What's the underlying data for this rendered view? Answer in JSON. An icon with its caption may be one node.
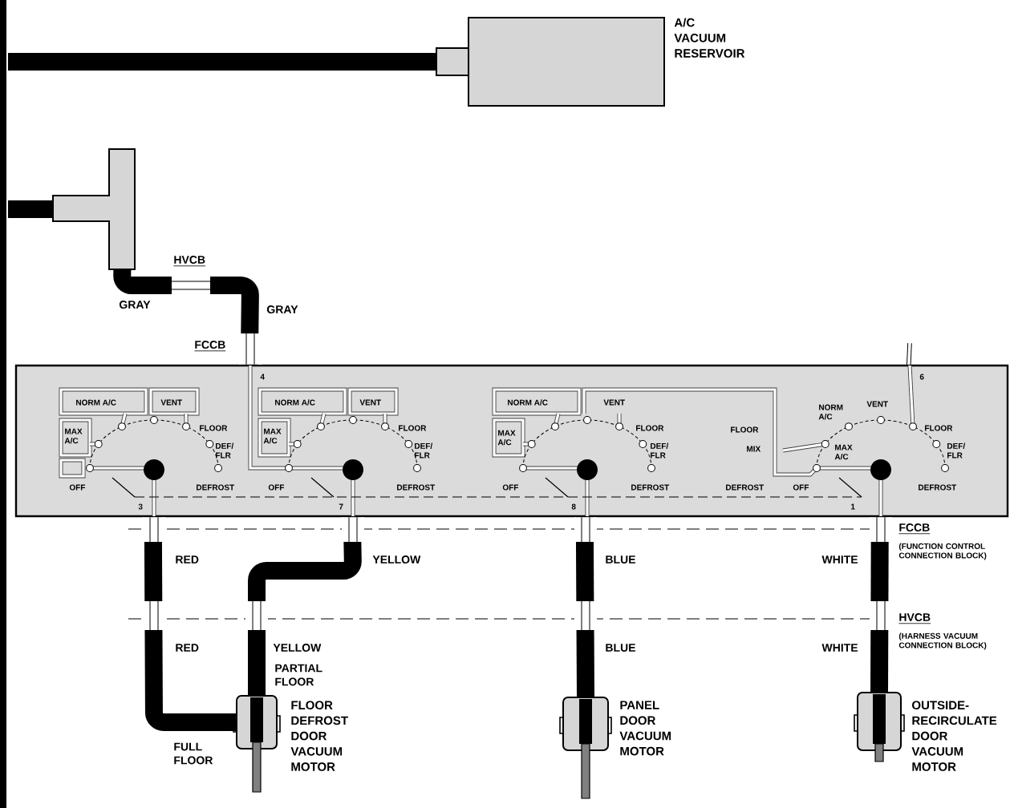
{
  "diagram": {
    "nodes": [
      {
        "text": [
          "A/C VACUUM RESERVOIR"
        ]
      },
      {
        "text": [],
        "shape": "box"
      },
      {
        "text": [],
        "shape": "box"
      },
      {
        "text": [
          "FLOOR DEFROST DOOR VACUUM MOTOR"
        ]
      },
      {
        "text": [
          "PANEL DOOR VACUUM MOTOR"
        ]
      },
      {
        "text": [
          "OUTSIDE-RECIRCULATE DOOR VACUUM MOTOR"
        ]
      }
    ],
    "edges": [
      {
        "from": null,
        "to": 0,
        "arrow": "none"
      },
      {
        "from": null,
        "to": 1,
        "arrow": "none"
      },
      {
        "from": 1,
        "to": 2,
        "arrow": "none",
        "label": "GRAY"
      },
      {
        "from": 2,
        "to": 3,
        "arrow": "none",
        "label": "RED"
      },
      {
        "from": 2,
        "to": 3,
        "arrow": "none",
        "label": "YELLOW"
      },
      {
        "from": 2,
        "to": 4,
        "arrow": "none",
        "label": "BLUE"
      },
      {
        "from": 2,
        "to": 5,
        "arrow": "none",
        "label": "WHITE"
      },
      {
        "from": 2,
        "to": null,
        "arrow": "none"
      }
    ],
    "labels": [
      "HVCB",
      "GRAY",
      "FCCB",
      "4",
      "NORM A/C",
      "VENT",
      "NORM A/C",
      "VENT",
      "NORM A/C",
      "VENT",
      "6",
      "MAX A/C",
      "FLOOR",
      "MAX A/C",
      "FLOOR",
      "MAX A/C",
      "FLOOR",
      "FLOOR",
      "NORM A/C",
      "VENT",
      "FLOOR",
      "DEF/ FLR",
      "DEF/ FLR",
      "DEF/ FLR",
      "MIX",
      "MAX A/C",
      "DEF/ FLR",
      "OFF",
      "DEFROST",
      "OFF",
      "DEFROST",
      "OFF",
      "DEFROST",
      "DEFROST",
      "OFF",
      "DEFROST",
      "3",
      "7",
      "8",
      "1",
      "FCCB",
      "(FUNCTION CONTROL CONNECTION BLOCK)",
      "RED",
      "YELLOW",
      "BLUE",
      "WHITE",
      "HVCB",
      "(HARNESS VACUUM CONNECTION BLOCK)",
      "PARTIAL FLOOR",
      "FULL FLOOR"
    ]
  }
}
